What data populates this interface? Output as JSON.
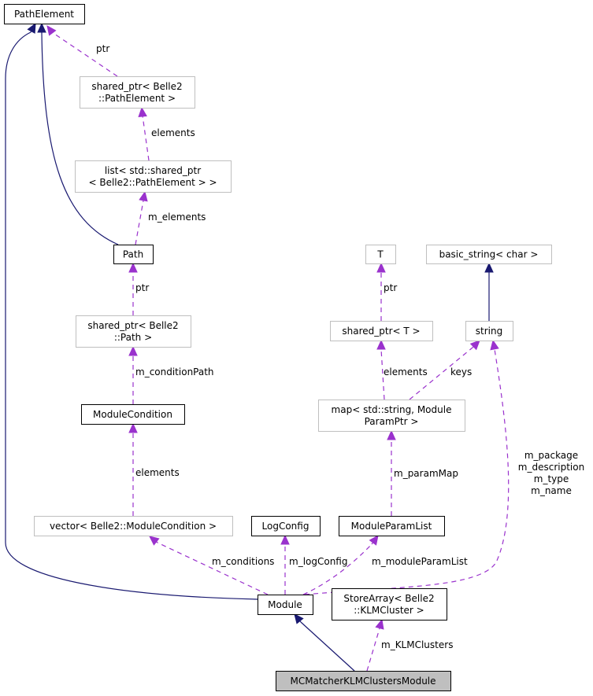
{
  "diagram": {
    "title": "Collaboration diagram for MCMatcherKLMClustersModule",
    "colors": {
      "inheritance_edge": "#191970",
      "usage_edge": "#9a32cd",
      "documented_border": "#000000",
      "undocumented_border": "#bfbfbf",
      "focus_fill": "#bfbfbf"
    },
    "nodes": [
      {
        "id": "PathElement",
        "lines": [
          "PathElement"
        ],
        "style": "documented"
      },
      {
        "id": "sp_PathElement",
        "lines": [
          "shared_ptr< Belle2",
          "::PathElement >"
        ],
        "style": "external"
      },
      {
        "id": "list_sp",
        "lines": [
          "list< std::shared_ptr",
          "< Belle2::PathElement > >"
        ],
        "style": "external"
      },
      {
        "id": "Path",
        "lines": [
          "Path"
        ],
        "style": "documented"
      },
      {
        "id": "sp_Path",
        "lines": [
          "shared_ptr< Belle2",
          "::Path >"
        ],
        "style": "external"
      },
      {
        "id": "ModuleCondition",
        "lines": [
          "ModuleCondition"
        ],
        "style": "documented"
      },
      {
        "id": "vector_mc",
        "lines": [
          "vector< Belle2::ModuleCondition >"
        ],
        "style": "external"
      },
      {
        "id": "LogConfig",
        "lines": [
          "LogConfig"
        ],
        "style": "documented"
      },
      {
        "id": "ModuleParamList",
        "lines": [
          "ModuleParamList"
        ],
        "style": "documented"
      },
      {
        "id": "T",
        "lines": [
          "T"
        ],
        "style": "external"
      },
      {
        "id": "sp_T",
        "lines": [
          "shared_ptr< T >"
        ],
        "style": "external"
      },
      {
        "id": "map",
        "lines": [
          "map< std::string, Module",
          "ParamPtr >"
        ],
        "style": "external"
      },
      {
        "id": "basic_string",
        "lines": [
          "basic_string< char >"
        ],
        "style": "external"
      },
      {
        "id": "string",
        "lines": [
          "string"
        ],
        "style": "external"
      },
      {
        "id": "Module",
        "lines": [
          "Module"
        ],
        "style": "documented"
      },
      {
        "id": "StoreArray",
        "lines": [
          "StoreArray< Belle2",
          "::KLMCluster >"
        ],
        "style": "documented"
      },
      {
        "id": "MCMatcher",
        "lines": [
          "MCMatcherKLMClustersModule"
        ],
        "style": "focus"
      }
    ],
    "edges": [
      {
        "from": "sp_PathElement",
        "to": "PathElement",
        "kind": "usage",
        "label": [
          "ptr"
        ]
      },
      {
        "from": "list_sp",
        "to": "sp_PathElement",
        "kind": "usage",
        "label": [
          "elements"
        ]
      },
      {
        "from": "Path",
        "to": "list_sp",
        "kind": "usage",
        "label": [
          "m_elements"
        ]
      },
      {
        "from": "Path",
        "to": "PathElement",
        "kind": "inheritance",
        "label": []
      },
      {
        "from": "sp_Path",
        "to": "Path",
        "kind": "usage",
        "label": [
          "ptr"
        ]
      },
      {
        "from": "ModuleCondition",
        "to": "sp_Path",
        "kind": "usage",
        "label": [
          "m_conditionPath"
        ]
      },
      {
        "from": "vector_mc",
        "to": "ModuleCondition",
        "kind": "usage",
        "label": [
          "elements"
        ]
      },
      {
        "from": "Module",
        "to": "PathElement",
        "kind": "inheritance",
        "label": []
      },
      {
        "from": "Module",
        "to": "vector_mc",
        "kind": "usage",
        "label": [
          "m_conditions"
        ]
      },
      {
        "from": "Module",
        "to": "LogConfig",
        "kind": "usage",
        "label": [
          "m_logConfig"
        ]
      },
      {
        "from": "Module",
        "to": "ModuleParamList",
        "kind": "usage",
        "label": [
          "m_moduleParamList"
        ]
      },
      {
        "from": "ModuleParamList",
        "to": "map",
        "kind": "usage",
        "label": [
          "m_paramMap"
        ]
      },
      {
        "from": "sp_T",
        "to": "T",
        "kind": "usage",
        "label": [
          "ptr"
        ]
      },
      {
        "from": "map",
        "to": "sp_T",
        "kind": "usage",
        "label": [
          "elements"
        ]
      },
      {
        "from": "map",
        "to": "string",
        "kind": "usage",
        "label": [
          "keys"
        ]
      },
      {
        "from": "string",
        "to": "basic_string",
        "kind": "inheritance",
        "label": []
      },
      {
        "from": "Module",
        "to": "string",
        "kind": "usage",
        "label": [
          "m_package",
          "m_description",
          "m_type",
          "m_name"
        ]
      },
      {
        "from": "MCMatcher",
        "to": "Module",
        "kind": "inheritance",
        "label": []
      },
      {
        "from": "MCMatcher",
        "to": "StoreArray",
        "kind": "usage",
        "label": [
          "m_KLMClusters"
        ]
      }
    ]
  }
}
